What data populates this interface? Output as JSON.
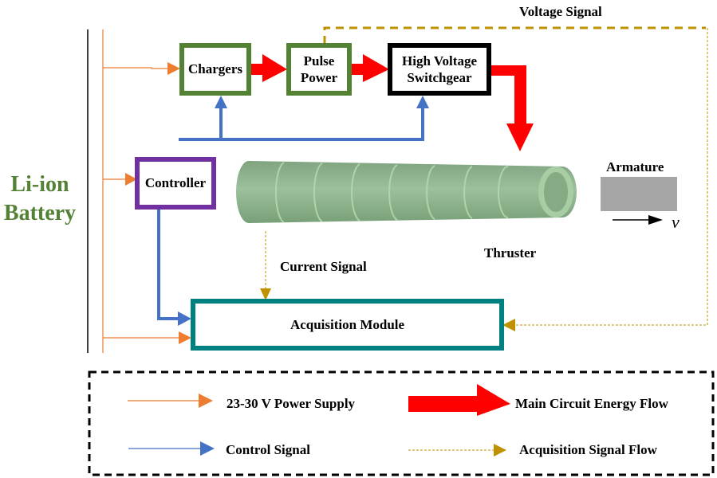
{
  "battery": {
    "line1": "Li-ion",
    "line2": "Battery",
    "color": "#548235"
  },
  "blocks": {
    "chargers": {
      "label": "Chargers",
      "border": "#548235"
    },
    "pulse_power": {
      "line1": "Pulse",
      "line2": "Power",
      "border": "#548235"
    },
    "switchgear": {
      "line1": "High Voltage",
      "line2": "Switchgear",
      "border": "#000000"
    },
    "controller": {
      "label": "Controller",
      "border": "#7030A0"
    },
    "acquisition": {
      "label": "Acquisition Module",
      "border": "#008080"
    }
  },
  "labels": {
    "voltage_signal": "Voltage Signal",
    "current_signal": "Current Signal",
    "thruster": "Thruster",
    "armature": "Armature",
    "velocity": "v"
  },
  "legend": {
    "power_supply": "23-30 V Power Supply",
    "main_energy": "Main Circuit Energy Flow",
    "control_signal": "Control Signal",
    "acquisition_flow": "Acquisition Signal Flow"
  },
  "colors": {
    "power": "#ED7D31",
    "energy": "#FF0000",
    "control": "#4472C4",
    "acquisition": "#BF9000",
    "armature": "#A6A6A6",
    "tube": "#8FB48F"
  }
}
